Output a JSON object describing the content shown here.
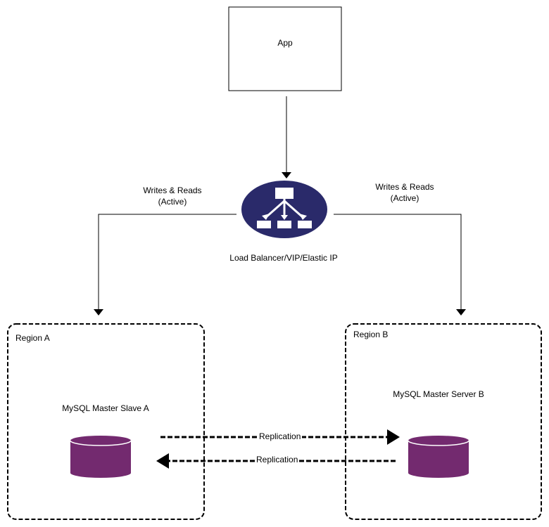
{
  "nodes": {
    "app": {
      "label": "App"
    },
    "load_balancer": {
      "label": "Load Balancer/VIP/Elastic IP",
      "icon": "network-hierarchy-icon",
      "color": "#2a2a6a"
    },
    "region_a": {
      "label": "Region A"
    },
    "region_b": {
      "label": "Region B"
    },
    "db_a": {
      "label": "MySQL Master Slave A",
      "icon": "database-cylinder-icon",
      "color": "#732a6f"
    },
    "db_b": {
      "label": "MySQL Master Server B",
      "icon": "database-cylinder-icon",
      "color": "#732a6f"
    }
  },
  "edges": {
    "lb_to_a": {
      "line1": "Writes & Reads",
      "line2": "(Active)"
    },
    "lb_to_b": {
      "line1": "Writes & Reads",
      "line2": "(Active)"
    },
    "replication_a_to_b": {
      "label": "Replication"
    },
    "replication_b_to_a": {
      "label": "Replication"
    }
  }
}
